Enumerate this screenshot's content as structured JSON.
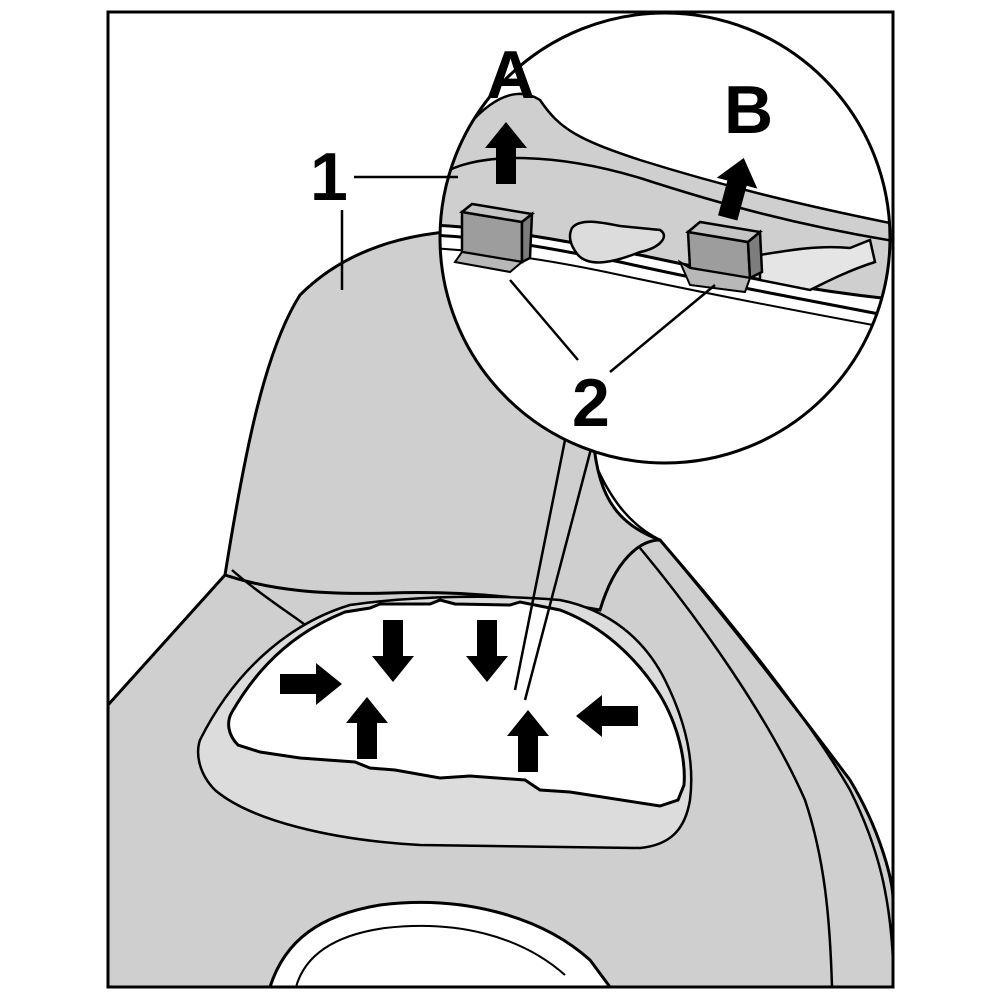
{
  "labels": {
    "part_1": "1",
    "part_2": "2",
    "step_A": "A",
    "step_B": "B"
  },
  "colors": {
    "frame": "#000000",
    "seat_fill": "#cfcfcf",
    "clip_fill": "#9d9d9d",
    "background": "#ffffff"
  },
  "arrows": {
    "detail_view": [
      "up",
      "up"
    ],
    "panel_opening": [
      "right",
      "down",
      "down",
      "left",
      "up",
      "up"
    ]
  }
}
